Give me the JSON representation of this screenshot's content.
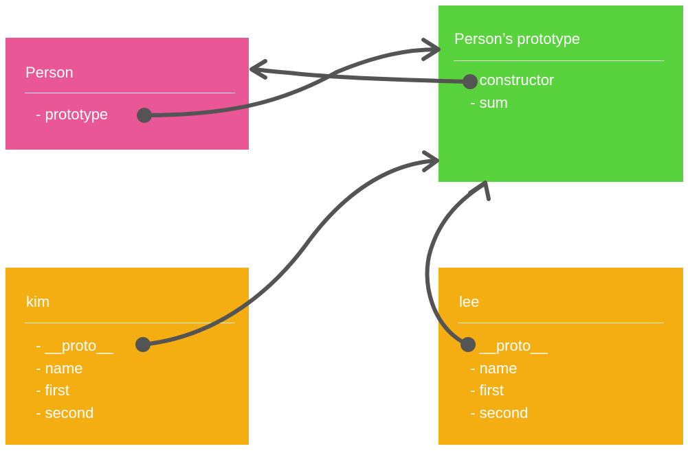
{
  "person": {
    "title": "Person",
    "fields": [
      "- prototype"
    ]
  },
  "person_prototype": {
    "title": "Person’s prototype",
    "fields": [
      "- constructor",
      "- sum"
    ]
  },
  "kim": {
    "title": "kim",
    "fields": [
      "- __proto__",
      "- name",
      "- first",
      "- second"
    ]
  },
  "lee": {
    "title": "lee",
    "fields": [
      "- __proto__",
      "- name",
      "- first",
      "- second"
    ]
  },
  "colors": {
    "person_box": "#ea5797",
    "prototype_box": "#59d33d",
    "instance_box": "#f5ae12",
    "arrow": "#545454",
    "text": "#ffffff"
  }
}
